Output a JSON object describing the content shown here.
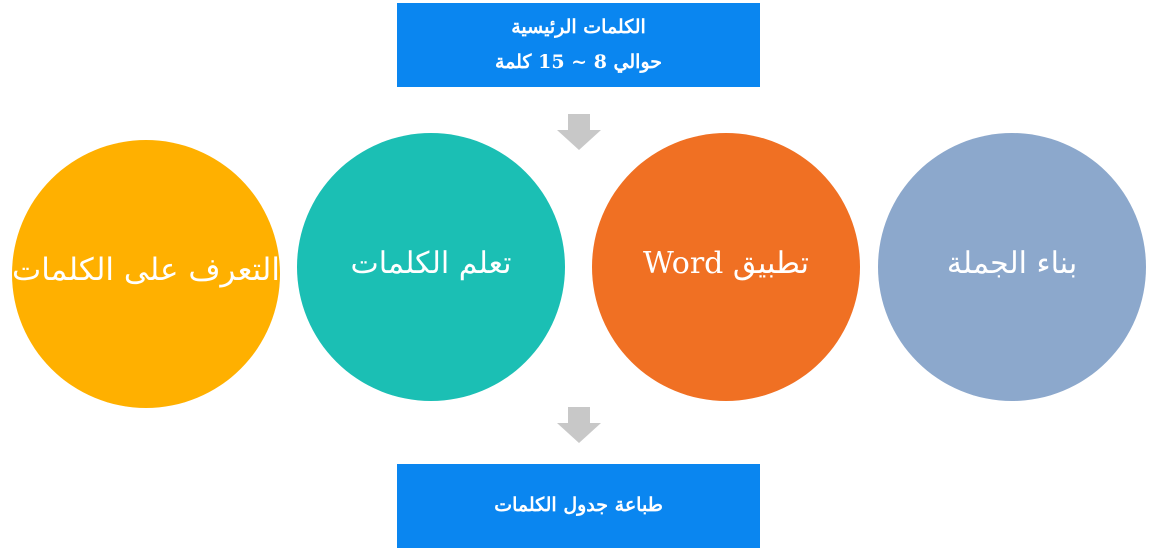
{
  "top_box": {
    "line1": "الكلمات الرئيسية",
    "line2": "حوالي 8 ~ 15 كلمة"
  },
  "circles": [
    {
      "label": "التعرف على الكلمات",
      "color": "#ffb000"
    },
    {
      "label": "تعلم الكلمات",
      "color": "#1bbfb4"
    },
    {
      "label": "تطبيق Word",
      "color": "#f07023"
    },
    {
      "label": "بناء الجملة",
      "color": "#8ca8cc"
    }
  ],
  "bottom_box": {
    "label": "طباعة جدول الكلمات"
  },
  "colors": {
    "box": "#0a86f0",
    "arrow": "#c8c8c8"
  }
}
